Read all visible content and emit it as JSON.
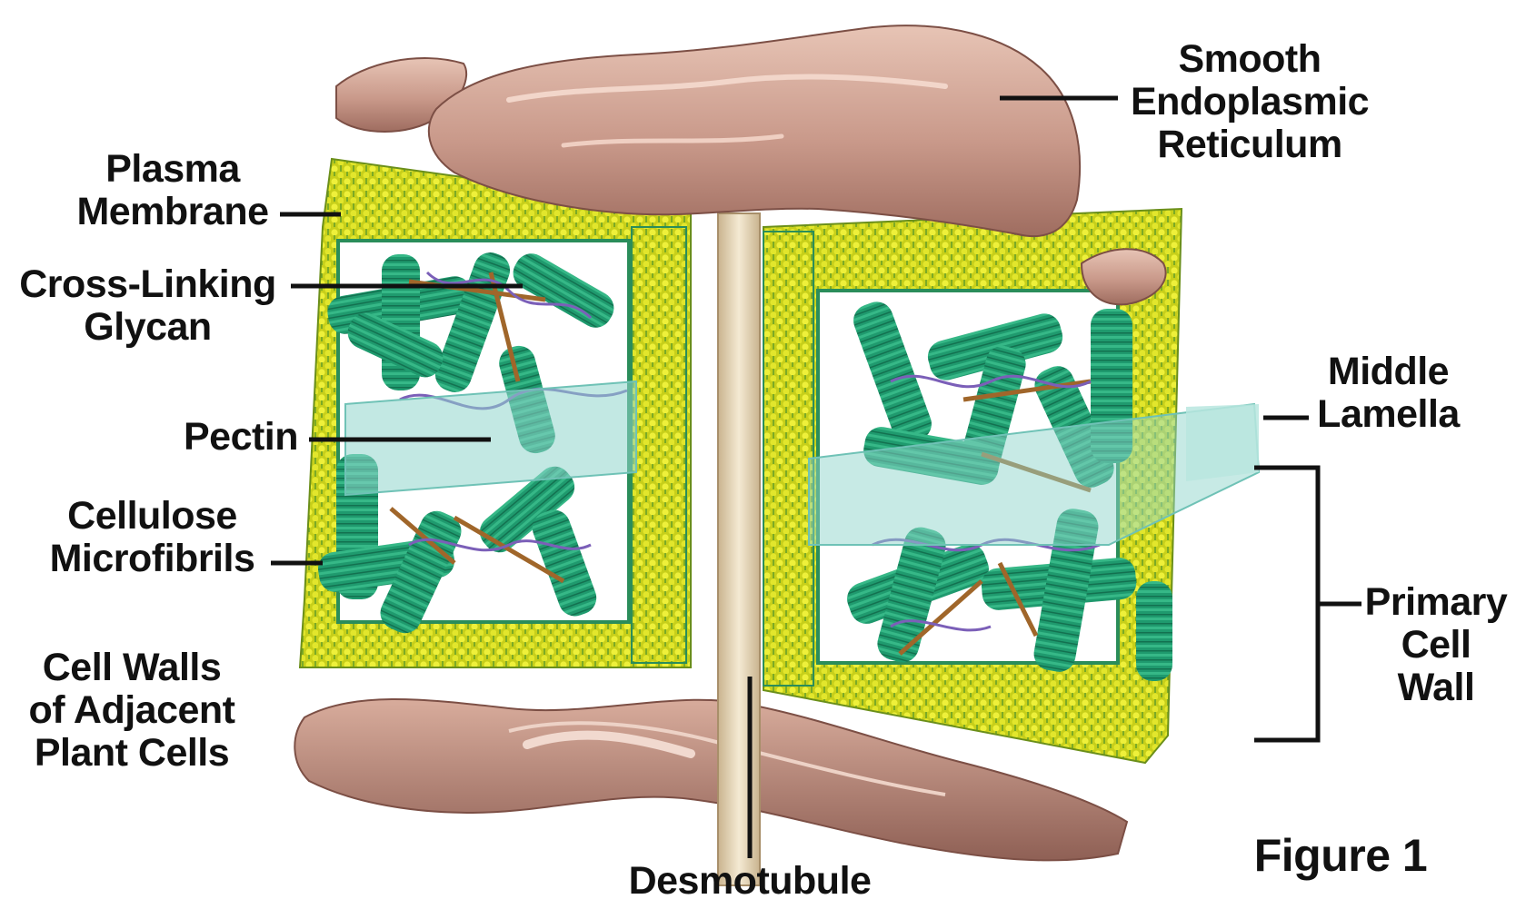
{
  "labels": {
    "smooth_er": [
      "Smooth",
      "Endoplasmic",
      "Reticulum"
    ],
    "plasma_membrane": [
      "Plasma",
      "Membrane"
    ],
    "cross_linking_glycan": [
      "Cross-Linking",
      "Glycan"
    ],
    "pectin": [
      "Pectin"
    ],
    "cellulose_microfibrils": [
      "Cellulose",
      "Microfibrils"
    ],
    "cell_walls_adjacent": [
      "Cell Walls",
      "of Adjacent",
      "Plant Cells"
    ],
    "middle_lamella": [
      "Middle",
      "Lamella"
    ],
    "primary_cell_wall": [
      "Primary",
      "Cell",
      "Wall"
    ],
    "desmotubule": [
      "Desmotubule"
    ]
  },
  "figure_label": "Figure 1",
  "colors": {
    "er_membrane": "#c9998a",
    "er_highlight": "#e6c3b4",
    "lipid_yellow": "#d9dc1c",
    "microfibril_green": "#1f9a6e",
    "glycan_brown": "#a0662a",
    "pectin_purple": "#7b5fb8",
    "middle_lamella_cyan": "#8fd6cc",
    "desmotubule_tan": "#e9d9b8",
    "label_text": "#111111"
  }
}
